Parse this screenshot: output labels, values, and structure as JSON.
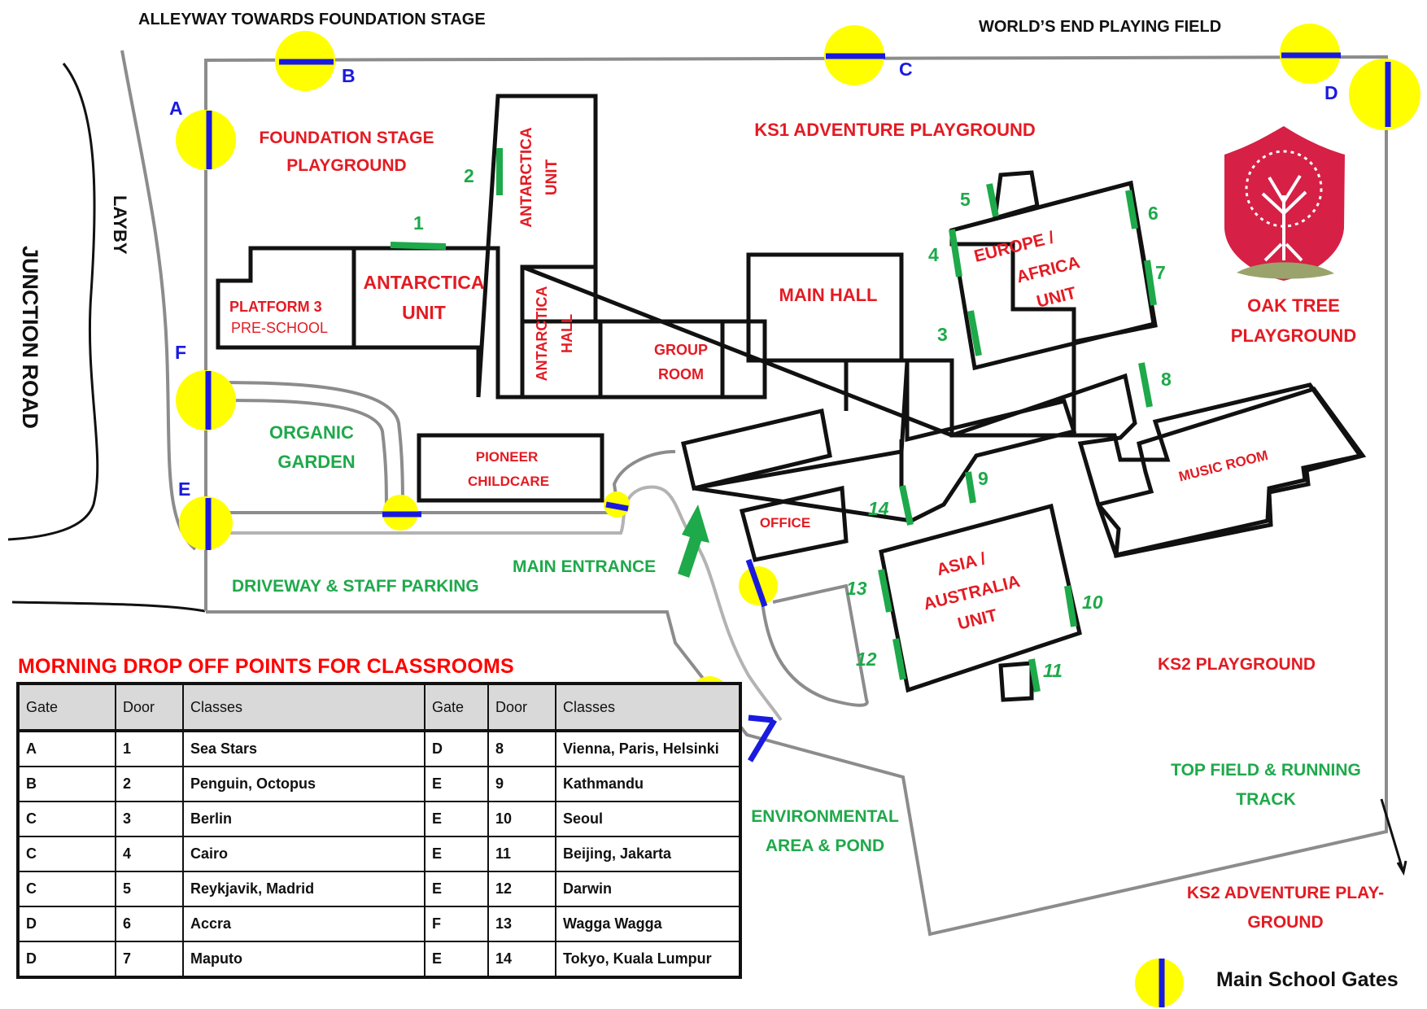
{
  "colors": {
    "label_red": "#e31b23",
    "label_green": "#1ea94a",
    "gate_yellow": "#ffff00",
    "gate_blue": "#1a1adf",
    "door_green": "#1ea94a",
    "table_title": "#ff0000"
  },
  "map": {
    "outside": {
      "alleyway": "ALLEYWAY TOWARDS FOUNDATION STAGE",
      "worlds_end": "WORLD’S END PLAYING FIELD",
      "layby": "LAYBY",
      "junction_road": "JUNCTION ROAD"
    },
    "areas": {
      "foundation_1": "FOUNDATION STAGE",
      "foundation_2": "PLAYGROUND",
      "ks1": "KS1 ADVENTURE PLAYGROUND",
      "oak_1": "OAK TREE",
      "oak_2": "PLAYGROUND",
      "organic_1": "ORGANIC",
      "organic_2": "GARDEN",
      "driveway": "DRIVEWAY & STAFF PARKING",
      "main_entrance": "MAIN ENTRANCE",
      "environmental_1": "ENVIRONMENTAL",
      "environmental_2": "AREA & POND",
      "ks2": "KS2 PLAYGROUND",
      "top_field_1": "TOP FIELD & RUNNING",
      "top_field_2": "TRACK",
      "ks2_adv_1": "KS2 ADVENTURE PLAY-",
      "ks2_adv_2": "GROUND"
    },
    "rooms": {
      "antarctica_unit_vert_1": "ANTARCTICA",
      "antarctica_unit_vert_2": "UNIT",
      "antarctica_unit_1": "ANTARCTICA",
      "antarctica_unit_2": "UNIT",
      "platform3_1": "PLATFORM 3",
      "platform3_2": "PRE-SCHOOL",
      "antarctica_hall_1": "ANTARCTICA",
      "antarctica_hall_2": "HALL",
      "group_room_1": "GROUP",
      "group_room_2": "ROOM",
      "main_hall": "MAIN HALL",
      "pioneer_1": "PIONEER",
      "pioneer_2": "CHILDCARE",
      "europe_1": "EUROPE /",
      "europe_2": "AFRICA",
      "europe_3": "UNIT",
      "office": "OFFICE",
      "music_room": "MUSIC ROOM",
      "asia_1": "ASIA /",
      "asia_2": "AUSTRALIA",
      "asia_3": "UNIT"
    },
    "gate_letters": {
      "a": "A",
      "b": "B",
      "c": "C",
      "d": "D",
      "e": "E",
      "f": "F"
    },
    "door_numbers": {
      "d1": "1",
      "d2": "2",
      "d3": "3",
      "d4": "4",
      "d5": "5",
      "d6": "6",
      "d7": "7",
      "d8": "8",
      "d9": "9",
      "d10": "10",
      "d11": "11",
      "d12": "12",
      "d13": "13",
      "d14": "14"
    },
    "logo": {
      "name": "oak-tree-shield-icon"
    }
  },
  "table": {
    "title": "MORNING DROP OFF POINTS FOR CLASSROOMS",
    "headers": [
      "Gate",
      "Door",
      "Classes",
      "Gate",
      "Door",
      "Classes"
    ],
    "rows": [
      [
        "A",
        "1",
        "Sea Stars",
        "D",
        "8",
        "Vienna, Paris, Helsinki"
      ],
      [
        "B",
        "2",
        "Penguin, Octopus",
        "E",
        "9",
        "Kathmandu"
      ],
      [
        "C",
        "3",
        "Berlin",
        "E",
        "10",
        "Seoul"
      ],
      [
        "C",
        "4",
        "Cairo",
        "E",
        "11",
        "Beijing, Jakarta"
      ],
      [
        "C",
        "5",
        "Reykjavik, Madrid",
        "E",
        "12",
        "Darwin"
      ],
      [
        "D",
        "6",
        "Accra",
        "F",
        "13",
        "Wagga Wagga"
      ],
      [
        "D",
        "7",
        "Maputo",
        "E",
        "14",
        "Tokyo, Kuala Lumpur"
      ]
    ]
  },
  "legend": {
    "label": "Main School Gates"
  }
}
